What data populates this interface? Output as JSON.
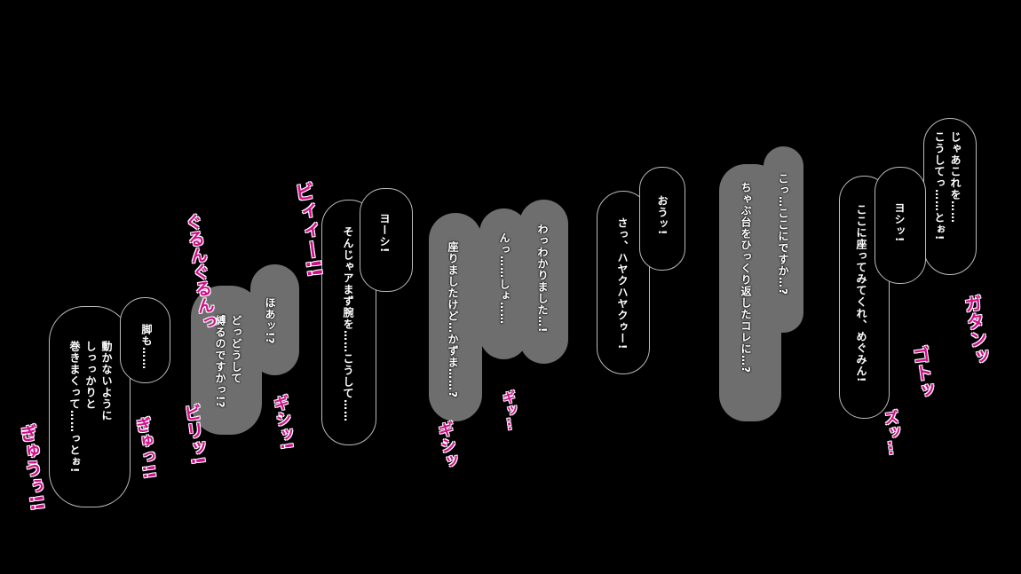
{
  "bubbles": {
    "b1": {
      "lines": [
        "じゃあこれを……",
        "こうしてっ……とぉ!"
      ]
    },
    "b2": {
      "lines": [
        "ヨシッ!",
        "ここに座ってみてくれ、めぐみん!"
      ]
    },
    "b3": {
      "lines": [
        "こっ…ここにですか…?",
        "ちゃぶ台をひっくり返したコレに…?"
      ]
    },
    "b4": {
      "lines": [
        "おうッ!",
        "さっ、ハヤクハヤクゥー!"
      ]
    },
    "b5": {
      "lines": [
        "わっわかりました…!",
        "んっ……しょ……",
        "座りましたけど…かずま……?"
      ]
    },
    "b6": {
      "lines": [
        "ヨーシ!",
        "そんじゃアまず腕を……こうして……"
      ]
    },
    "b7": {
      "lines": [
        "ほあッ!?",
        "どっどうして",
        "縛るのですかっ!?"
      ]
    },
    "b8": {
      "lines": [
        "脚も……",
        "動かないように",
        "しっっかりと",
        "巻きまくって……っとぉ!"
      ]
    }
  },
  "sfx": [
    "ガタンッ",
    "ゴトッ",
    "ズッ…",
    "ギッ…",
    "ギシッ",
    "ギシッ!",
    "ビィィー!!",
    "ぐるんぐるんっ",
    "ビリッ!",
    "ぎゅっ!!",
    "ぎゅうぅ!!"
  ],
  "colors": {
    "sfx": "#d0108a",
    "gray_bubble": "#6e6e6e"
  }
}
